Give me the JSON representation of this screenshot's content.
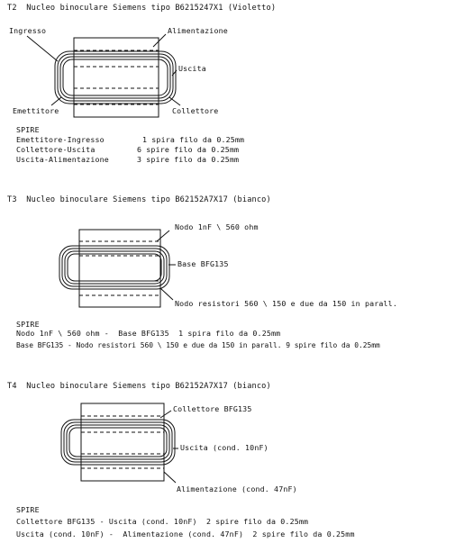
{
  "sections": [
    {
      "title": "T2  Nucleo binoculare Siemens tipo B6215247X1 (Violetto)",
      "labels": {
        "input": "Ingresso",
        "supply": "Alimentazione",
        "output": "Uscita",
        "emitter": "Emettitore",
        "collector": "Collettore"
      },
      "turns_heading": "SPIRE",
      "turns": [
        {
          "connection": "Emettitore-Ingresso",
          "turns": "1 spira filo da 0.25mm"
        },
        {
          "connection": "Collettore-Uscita",
          "turns": "6 spire filo da 0.25mm"
        },
        {
          "connection": "Uscita-Alimentazione",
          "turns": "3 spire filo da 0.25mm"
        }
      ]
    },
    {
      "title": "T3  Nucleo binoculare Siemens tipo B62152A7X17 (bianco)",
      "labels": {
        "node_top": "Nodo 1nF \\ 560 ohm",
        "base": "Base BFG135",
        "node_bottom": "Nodo resistori 560 \\ 150 e due da 150 in parall."
      },
      "turns_heading": "SPIRE",
      "turns_lines": [
        "Nodo 1nF \\ 560 ohm -  Base BFG135  1 spira filo da 0.25mm",
        "Base BFG135 - Nodo resistori 560 \\ 150 e due da 150 in parall. 9 spire filo da 0.25mm"
      ]
    },
    {
      "title": "T4  Nucleo binoculare Siemens tipo B62152A7X17 (bianco)",
      "labels": {
        "collector": "Collettore BFG135",
        "output": "Uscita (cond. 10nF)",
        "supply": "Alimentazione (cond. 47nF)"
      },
      "turns_heading": "SPIRE",
      "turns_lines": [
        "Collettore BFG135 - Uscita (cond. 10nF)  2 spire filo da 0.25mm",
        "Uscita (cond. 10nF) -  Alimentazione (cond. 47nF)  2 spire filo da 0.25mm"
      ]
    }
  ]
}
